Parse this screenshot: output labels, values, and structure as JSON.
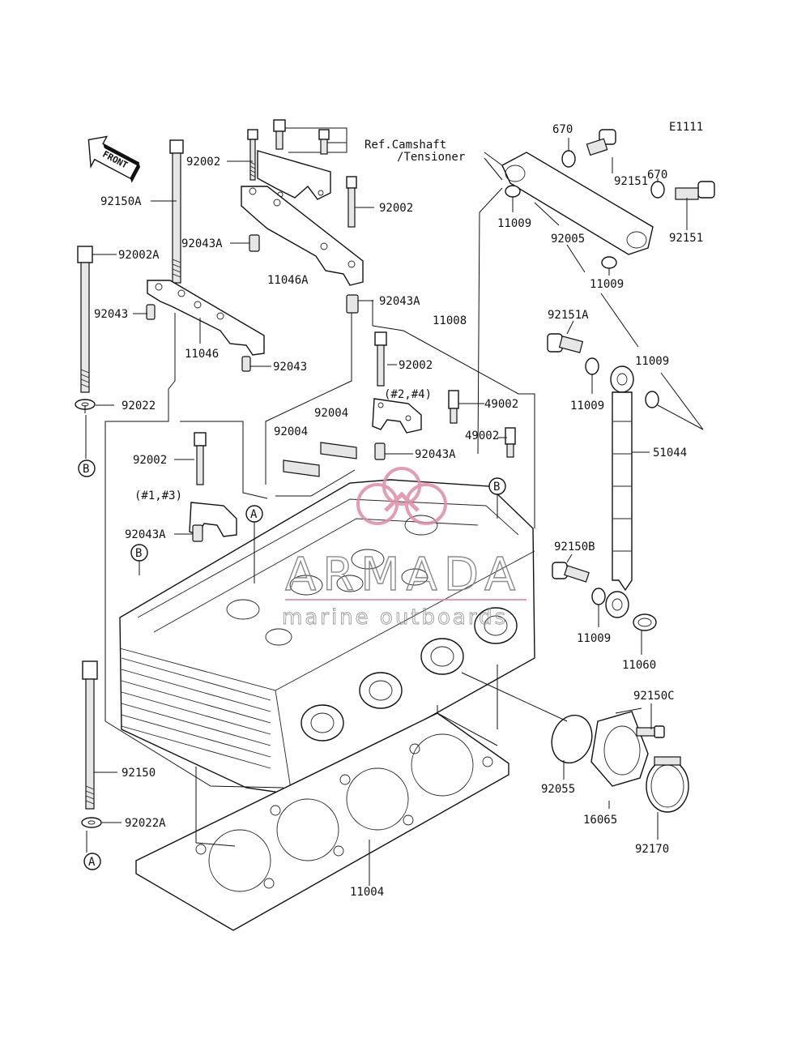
{
  "diagram_code": "E1111",
  "front_arrow_label": "FRONT",
  "ref_note": [
    "Ref.Camshaft",
    "/Tensioner"
  ],
  "watermark": {
    "brand": "ARMADA",
    "tagline": "marine outboards",
    "color": "#e08aa8"
  },
  "labels": {
    "p670a": "670",
    "p670b": "670",
    "p92151a": "92151",
    "p92151b": "92151",
    "p92002_top": "92002",
    "p92002_mid": "92002",
    "p92150A": "92150A",
    "p92043A_a": "92043A",
    "p92002A": "92002A",
    "p11046A": "11046A",
    "p92043A_b": "92043A",
    "p11009_a": "11009",
    "p92005": "92005",
    "p11009_b": "11009",
    "p92043": "92043",
    "p11046": "11046",
    "p92043_b": "92043",
    "p11008": "11008",
    "p92151A": "92151A",
    "p92002_c": "92002",
    "p11009_c": "11009",
    "p92022": "92022",
    "p2_4": "(#2,#4)",
    "p49002_a": "49002",
    "p11009_d": "11009",
    "p92004_a": "92004",
    "p92004_b": "92004",
    "p49002_b": "49002",
    "p92043A_c": "92043A",
    "p51044": "51044",
    "p92002_d": "92002",
    "p1_3": "(#1,#3)",
    "p92043A_d": "92043A",
    "p92150B": "92150B",
    "p11009_e": "11009",
    "p11060": "11060",
    "p92150C": "92150C",
    "p92150": "92150",
    "p92055": "92055",
    "p16065": "16065",
    "p92022A": "92022A",
    "p92170": "92170",
    "p11004": "11004"
  },
  "refs": {
    "A": "A",
    "B": "B"
  }
}
